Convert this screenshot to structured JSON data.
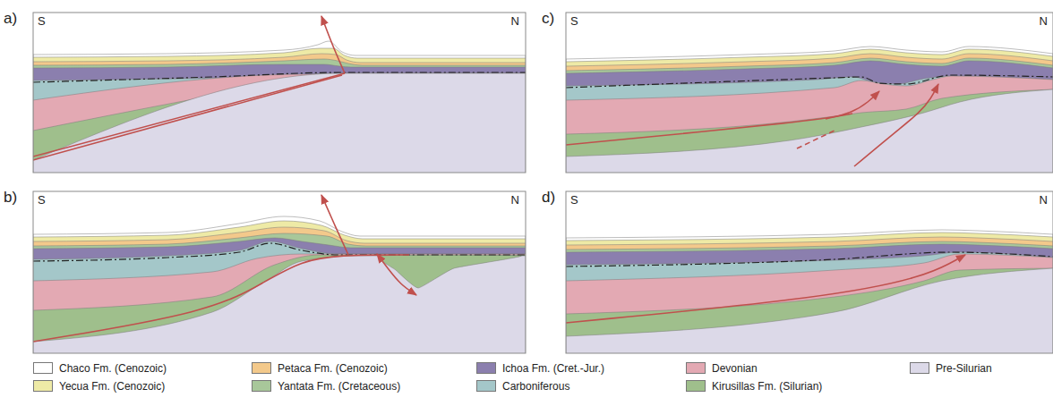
{
  "diagram": {
    "labels": [
      "a)",
      "S",
      "N",
      "c)",
      "S",
      "N",
      "b)",
      "S",
      "N",
      "d)",
      "S",
      "N"
    ],
    "legend": [
      {
        "text": "Chaco Fm. (Cenozoic)",
        "color": "#ffffff"
      },
      {
        "text": "Petaca Fm. (Cenozoic)",
        "color": "#f3c98b"
      },
      {
        "text": "Ichoa Fm. (Cret.-Jur.)",
        "color": "#8b7fae"
      },
      {
        "text": "Devonian",
        "color": "#e3a9b3"
      },
      {
        "text": "Pre-Silurian",
        "color": "#dcd9e8"
      },
      {
        "text": "Yecua Fm. (Cenozoic)",
        "color": "#eeeaa6"
      },
      {
        "text": "Yantata Fm. (Cretaceous)",
        "color": "#a8c79a"
      },
      {
        "text": "Carboniferous",
        "color": "#a4c7c9"
      },
      {
        "text": "Kirusillas Fm. (Silurian)",
        "color": "#9fbf8c"
      }
    ]
  }
}
